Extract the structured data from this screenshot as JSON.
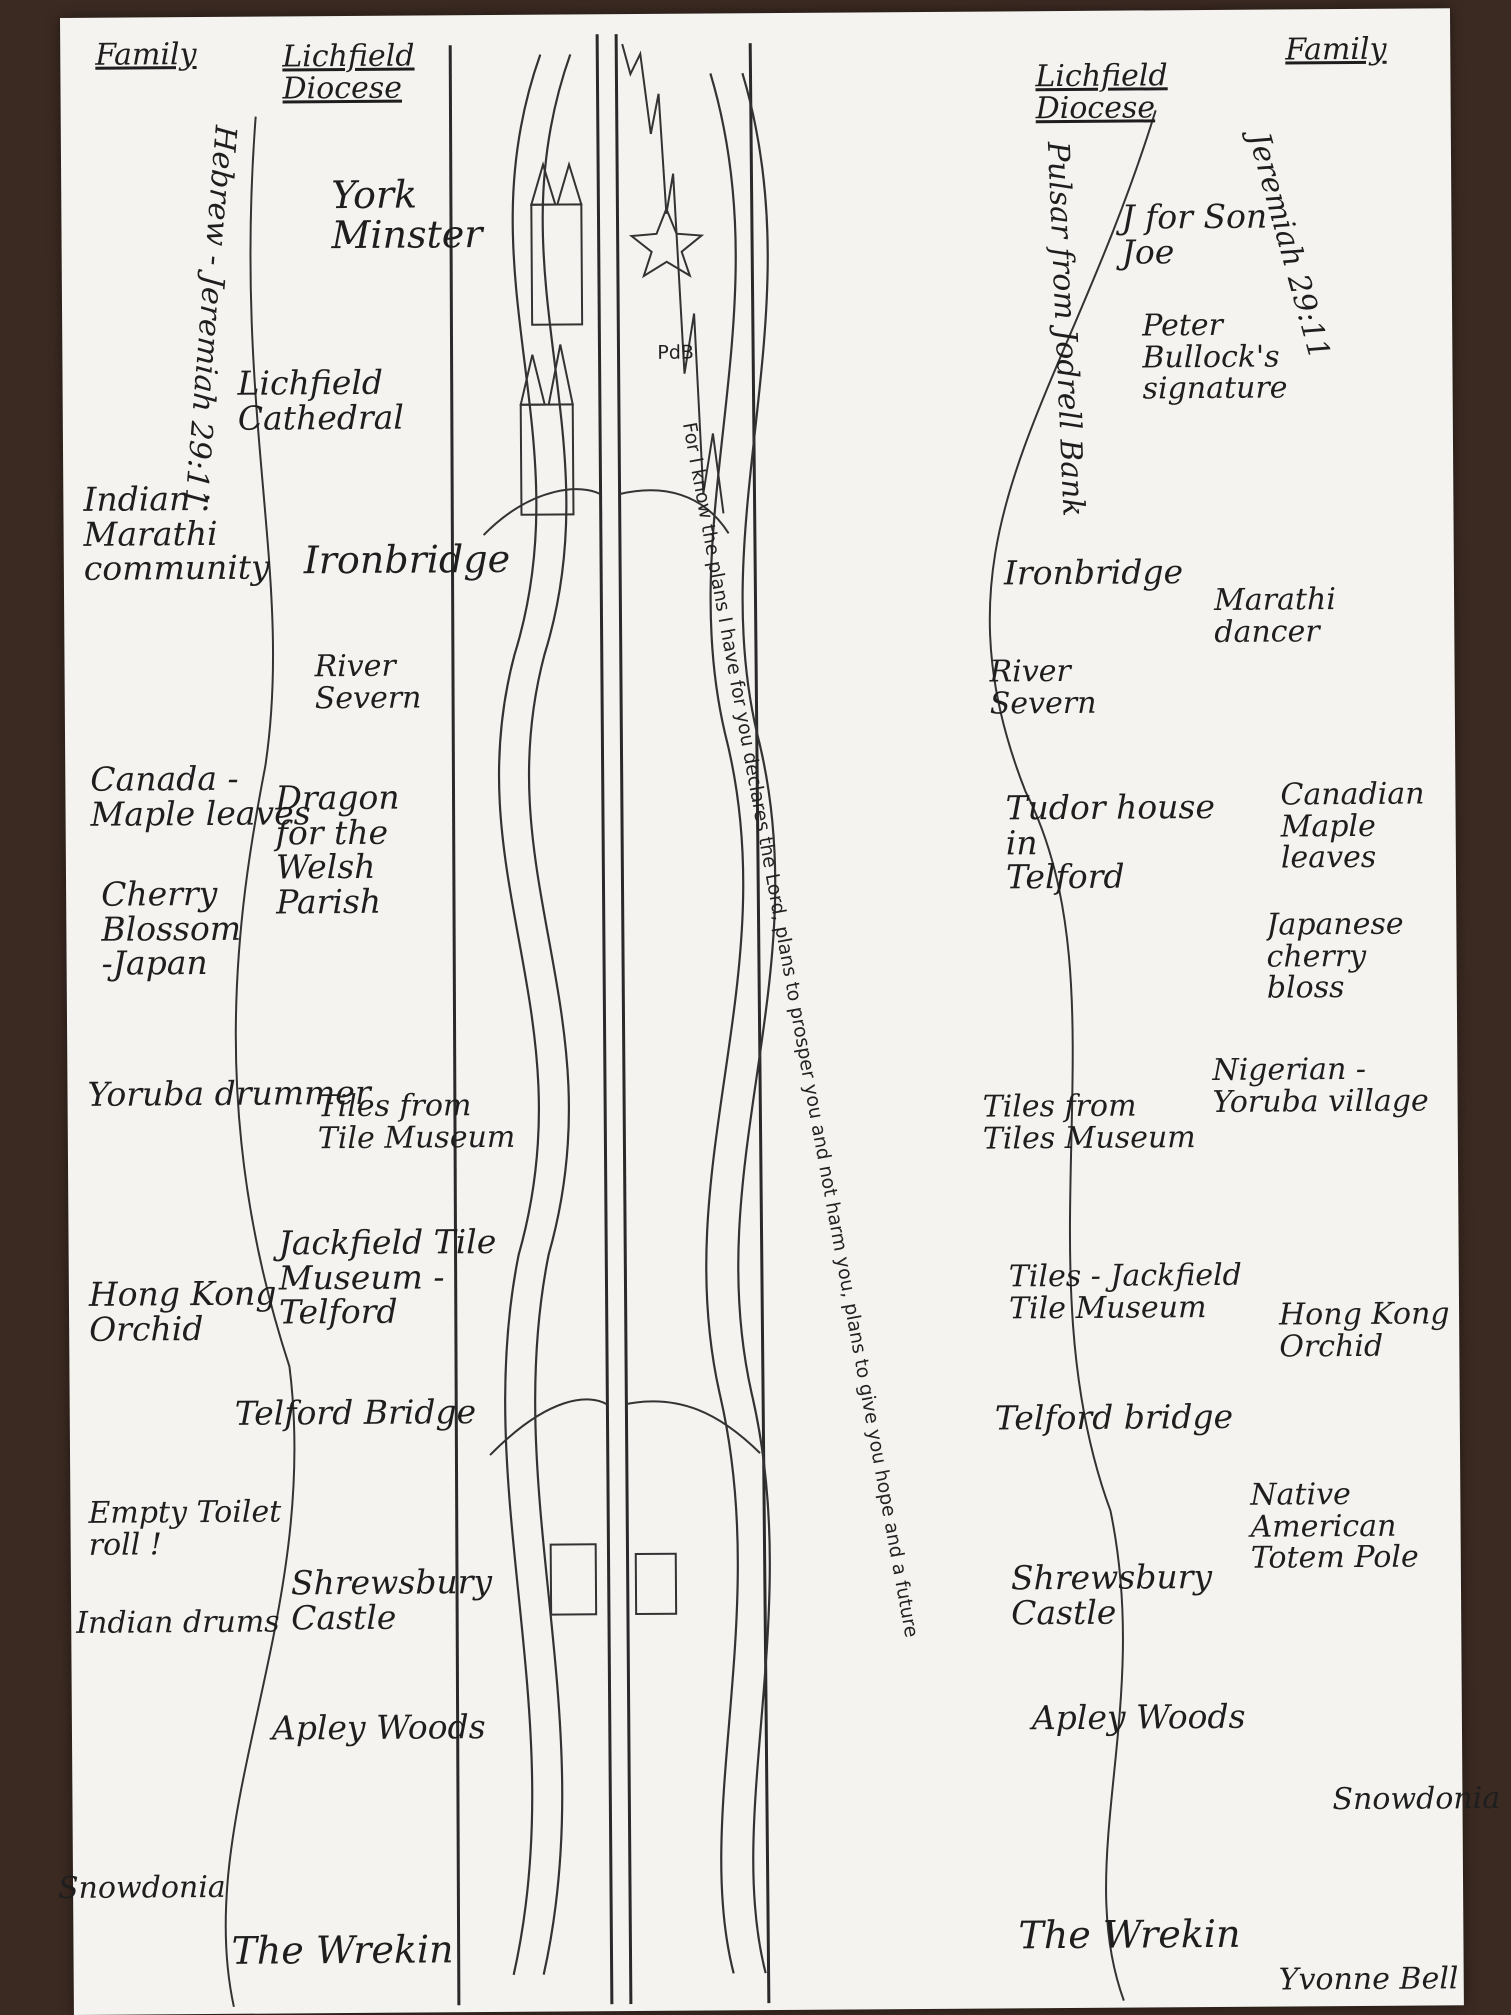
{
  "left": {
    "family_header": "Family",
    "diocese_header": "Lichfield Diocese",
    "vertical_label": "Hebrew - Jeremiah 29:11",
    "family_items": [
      "Indian :\nMarathi\ncommunity",
      "Canada -\nMaple leaves",
      "Cherry\nBlossom\n-Japan",
      "Yoruba drummer",
      "Hong Kong\nOrchid",
      "Empty Toilet\nroll !",
      "Indian drums",
      "Snowdonia"
    ],
    "diocese_items": [
      "York\nMinster",
      "Lichfield\nCathedral",
      "Ironbridge",
      "River\nSevern",
      "Dragon for the\nWelsh\nParish",
      "Tiles from\nTile Museum",
      "Jackfield Tile\nMuseum -\nTelford",
      "Telford Bridge",
      "Shrewsbury\nCastle",
      "Apley Woods",
      "The Wrekin"
    ]
  },
  "right": {
    "family_header": "Family",
    "diocese_header": "Lichfield Diocese",
    "vertical_label": "Jeremiah 29:11",
    "pulsar_label": "Pulsar from Jodrell Bank",
    "family_items": [
      "Marathi\ndancer",
      "Canadian\nMaple\nleaves",
      "Japanese\ncherry bloss",
      "Nigerian -\nYoruba village",
      "Hong Kong\nOrchid",
      "Native\nAmerican\nTotem Pole",
      "Snowdonia"
    ],
    "diocese_items": [
      "J for Son\nJoe",
      "Peter\nBullock's\nsignature",
      "Ironbridge",
      "River\nSevern",
      "Tudor house\nin\nTelford",
      "Tiles from\nTiles Museum",
      "Tiles - Jackfield\nTile Museum",
      "Telford bridge",
      "Shrewsbury\nCastle",
      "Apley Woods",
      "The Wrekin"
    ]
  },
  "artwork": {
    "monogram": "PdB",
    "scripture": "For I know the plans I have for you declares the Lord, plans to prosper you and not harm you, plans to give you hope and a future"
  },
  "signature": "Yvonne Bell"
}
